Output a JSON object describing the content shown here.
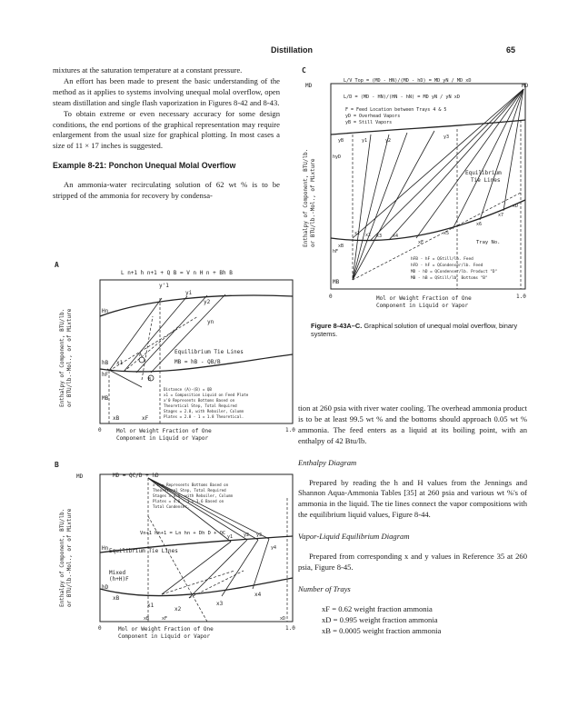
{
  "header": {
    "title": "Distillation",
    "page": "65"
  },
  "left_column": {
    "paragraphs": [
      "mixtures at the saturation temperature at a constant pressure.",
      "An effort has been made to present the basic understanding of the method as it applies to systems involving unequal molal overflow, open steam distillation and single flash vaporization in Figures 8-42 and 8-43.",
      "To obtain extreme or even necessary accuracy for some design conditions, the end portions of the graphical representation may require enlargement from the usual size for graphical plotting. In most cases a size of 11 × 17 inches is suggested."
    ],
    "example_heading": "Example 8-21: Ponchon Unequal Molal Overflow",
    "example_text": "An ammonia-water recirculating solution of 62 wt % is to be stripped of the ammonia for recovery by condensa-"
  },
  "figure_a": {
    "letter": "A",
    "top_eq": "L n+1 h n+1 + Q B = V n H n + Bh B",
    "labels": {
      "y1": "y'1",
      "yi": "yi",
      "y2": "y2",
      "yn": "yn",
      "hn": "Hn",
      "hb": "hB",
      "hf": "hF",
      "mb": "MB",
      "xb": "xB",
      "xf": "xF",
      "x1": "x1",
      "a": "A",
      "b": "B",
      "tie": "Equilibrium Tie Lines",
      "mb_eq": "MB = hB - QB/B"
    },
    "note": [
      "Distance (A)-(B) = QB",
      "x1 = Composition Liquid on Feed Plate",
      "x'0 Represents Bottoms Based on",
      "Theoretical Step, Total Required",
      "Stages = 2.8, with Reboiler, Column",
      "Plates = 2.8 - 1 = 1.8 Theoretical."
    ],
    "ylabel1": "Enthalpy of Component, BTU/lb.",
    "ylabel2": "or BTU/lb.-Mol., or of Mixture",
    "xlabel1": "Mol or Weight Fraction of One",
    "xlabel2": "Component in Liquid or Vapor",
    "x0": "0",
    "x1v": "1.0"
  },
  "figure_b": {
    "letter": "B",
    "md": "MD",
    "md_eq": "MD = QC/D + hD",
    "note": [
      "x'B = Represents Bottoms Based on",
      "Theoretical Step, Total Required",
      "Stages = 4.6, with Reboiler, Column",
      "Plates = 4.6 - 1 = 3.6 Based on",
      "Total Condenser."
    ],
    "vn_eq": "Vn+1 Hn+1 = Ln hn + Dh D + QC",
    "tie": "Equilibrium Tie Lines",
    "hn": "Hn",
    "mixed": "Mixed",
    "mixed2": "(h+H)F",
    "hd": "hD",
    "xB": "xB",
    "x1": "x1",
    "x2": "x2",
    "x3": "x3",
    "x4": "x4",
    "y1": "y1",
    "y2": "y2",
    "y3": "y3",
    "y4": "y4",
    "xB2": "xB",
    "xF": "xF",
    "xD": "xD",
    "ylabel1": "Enthalpy of Component, BTU/lb.",
    "ylabel2": "or BTU/lb.-Mol., or of Mixture",
    "xlabel1": "Mol or Weight Fraction of One",
    "xlabel2": "Component in Liquid or Vapor",
    "x0": "0",
    "x1v": "1.0"
  },
  "figure_c": {
    "letter": "C",
    "md": "MD",
    "eq1": "L/V Top = (MD - HN)/(MD - hD) = MD yN / MD xD",
    "eq2": "L/D = (MD - HN)/(HN - hN) = MD yN / yN xD",
    "legend": [
      "F = Feed Location between Trays 4 & 5",
      "yD = Overhead Vapors",
      "yB = Still Vapors"
    ],
    "yB": "yB",
    "y1": "y1",
    "y2": "y2",
    "y3": "y3",
    "tie": "Equilibrium",
    "tie2": "Tie Lines",
    "hv": "hyD",
    "xF": "xF",
    "x1": "x1",
    "x2": "x2",
    "x3": "x3",
    "x4": "x4",
    "x5": "x5",
    "x6": "x6",
    "x7": "x7",
    "xD": "xD",
    "xB": "xB",
    "tray": "Tray No.",
    "hf": "hF",
    "mb": "MB",
    "bottom_eq": [
      "hFB - hF = QStill/lb. Feed",
      "hFD - hF = QCondenser/lb. Feed",
      "MD - hD = QCondenser/lb. Product \"D\"",
      "MB - hB = QStill/lb. Bottoms \"B\""
    ],
    "ylabel1": "Enthalpy of Component, BTU/lb.",
    "ylabel2": "or BTU/lb.-Mol., of Mixture",
    "xlabel1": "Mol or Weight Fraction of One",
    "xlabel2": "Component in Liquid or Vapor",
    "x0": "0",
    "x1v": "1.0"
  },
  "caption": {
    "bold": "Figure 8-43A–C.",
    "text": " Graphical solution of unequal molal overflow, binary systems."
  },
  "right_column": {
    "intro": "tion at 260 psia with river water cooling. The overhead ammonia product is to be at least 99.5 wt % and the bottoms should approach 0.05 wt % ammonia. The feed enters as a liquid at its boiling point, with an enthalpy of 42 Btu/lb.",
    "enthalpy_heading": "Enthalpy Diagram",
    "enthalpy_text": "Prepared by reading the h and H values from the Jennings and Shannon Aqua-Ammonia Tables [35] at 260 psia and various wt %'s of ammonia in the liquid. The tie lines connect the vapor compositions with the equilibrium liquid values, Figure 8-44.",
    "vle_heading": "Vapor-Liquid Equilibrium Diagram",
    "vle_text": "Prepared from corresponding x and y values in Reference 35 at 260 psia, Figure 8-45.",
    "trays_heading": "Number of Trays",
    "equations": [
      "xF = 0.62 weight fraction ammonia",
      "xD = 0.995 weight fraction ammonia",
      "xB = 0.0005 weight fraction ammonia"
    ]
  }
}
